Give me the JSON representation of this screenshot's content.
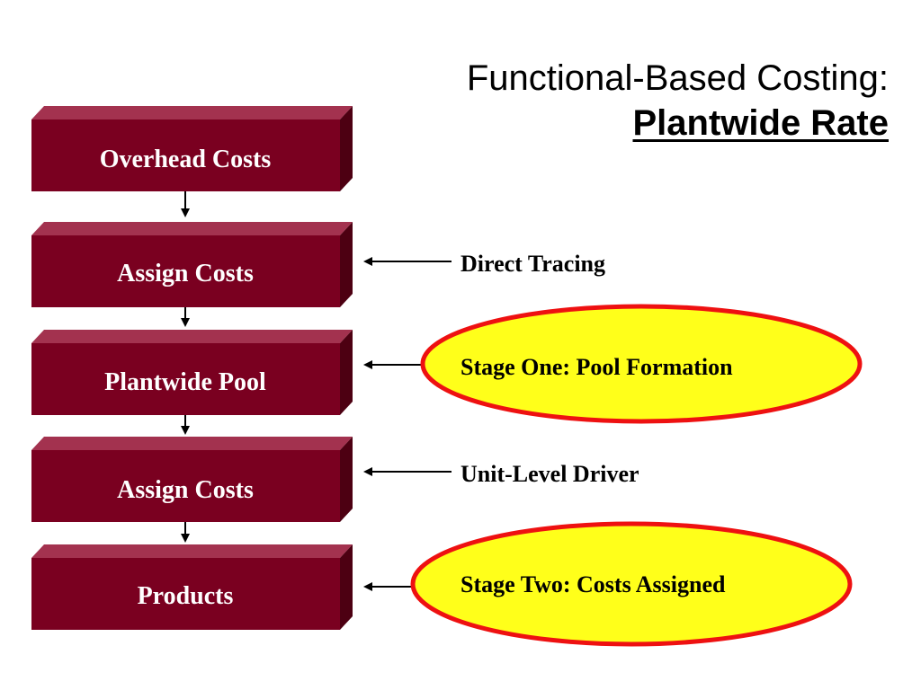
{
  "title": {
    "line1": "Functional-Based Costing:",
    "line2": "Plantwide Rate"
  },
  "boxes": [
    {
      "label": "Overhead Costs"
    },
    {
      "label": "Assign Costs"
    },
    {
      "label": "Plantwide Pool"
    },
    {
      "label": "Assign Costs"
    },
    {
      "label": "Products"
    }
  ],
  "annotations": {
    "direct_tracing": "Direct Tracing",
    "stage_one": "Stage One: Pool Formation",
    "unit_level": "Unit-Level Driver",
    "stage_two": "Stage Two: Costs Assigned"
  },
  "colors": {
    "box_front": "#7a0020",
    "box_top": "#a3324f",
    "box_side": "#4d0012",
    "ellipse_fill": "#ffff1a",
    "ellipse_stroke": "#ee1111"
  }
}
